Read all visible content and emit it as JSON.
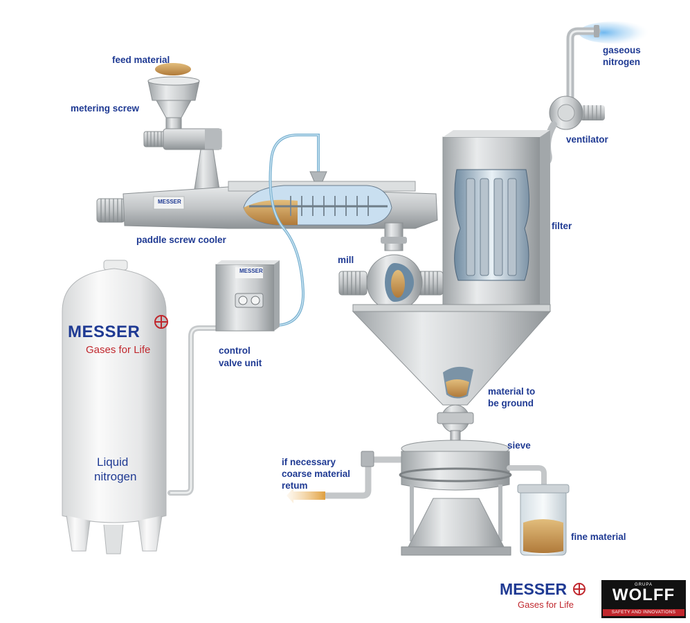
{
  "labels": {
    "feed_material": "feed material",
    "metering_screw": "metering screw",
    "paddle_screw_cooler": "paddle screw cooler",
    "mill": "mill",
    "control_valve_unit_1": "control",
    "control_valve_unit_2": "valve unit",
    "filter": "filter",
    "ventilator": "ventilator",
    "gaseous_nitrogen_1": "gaseous",
    "gaseous_nitrogen_2": "nitrogen",
    "material_to_be_ground_1": "material to",
    "material_to_be_ground_2": "be ground",
    "sieve": "sieve",
    "coarse_return_1": "if necessary",
    "coarse_return_2": "coarse material",
    "coarse_return_3": "retum",
    "fine_material": "fine material"
  },
  "tank": {
    "brand": "MESSER",
    "tagline": "Gases for Life",
    "content_1": "Liquid",
    "content_2": "nitrogen"
  },
  "logos": {
    "messer_brand": "MESSER",
    "messer_tagline": "Gases for Life",
    "wolff_group": "GRUPA",
    "wolff_name": "WOLFF",
    "wolff_tagline": "SAFETY AND INNOVATIONS"
  },
  "colors": {
    "label_blue": "#1f3a93",
    "messer_red": "#c0272d",
    "steel": "#c9ccce",
    "nitrogen_line": "#7fb5d3",
    "return_arrow": "#e0a040"
  }
}
